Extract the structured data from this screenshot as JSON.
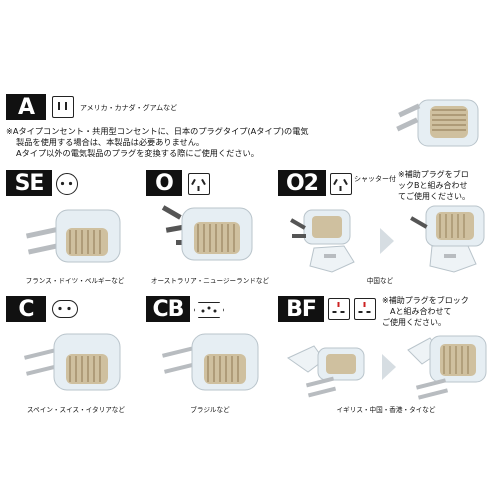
{
  "sections": {
    "A": {
      "letter": "A",
      "region": "アメリカ・カナダ・グアムなど"
    },
    "A_note": {
      "line1": "※Aタイプコンセント・共用型コンセントに、日本のプラグタイプ(Aタイプ)の電気",
      "line2": "製品を使用する場合は、本製品は必要ありません。",
      "line3": "Aタイプ以外の電気製品のプラグを変換する際にご使用ください。"
    },
    "SE": {
      "letter": "SE",
      "region": "フランス・ドイツ・ベルギーなど"
    },
    "O": {
      "letter": "O",
      "region": "オーストラリア・ニュージーランドなど"
    },
    "O2": {
      "letter": "O2",
      "shutter": "シャッター付",
      "note1": "※補助プラグをブロ",
      "note2": "ックBと組み合わせ",
      "note3": "てご使用ください。",
      "region": "中国など"
    },
    "C": {
      "letter": "C",
      "region": "スペイン・スイス・イタリアなど"
    },
    "CB": {
      "letter": "CB",
      "region": "ブラジルなど"
    },
    "BF": {
      "letter": "BF",
      "note1": "※補助プラグをブロック",
      "note2": "Aと組み合わせて",
      "note3": "ご使用ください。",
      "region": "イギリス・中国・香港・タイなど"
    }
  },
  "colors": {
    "label_bg": "#111111",
    "plug_body": "#e6eef3",
    "coil": "#c9b48a",
    "pin": "#b8bcc0",
    "bf_red": "#cc2222"
  },
  "icons": [
    "socket-a-icon",
    "socket-se-icon",
    "socket-o-icon",
    "socket-o2-icon",
    "socket-c-icon",
    "socket-cb-icon",
    "socket-bf-icon",
    "arrow-icon"
  ]
}
